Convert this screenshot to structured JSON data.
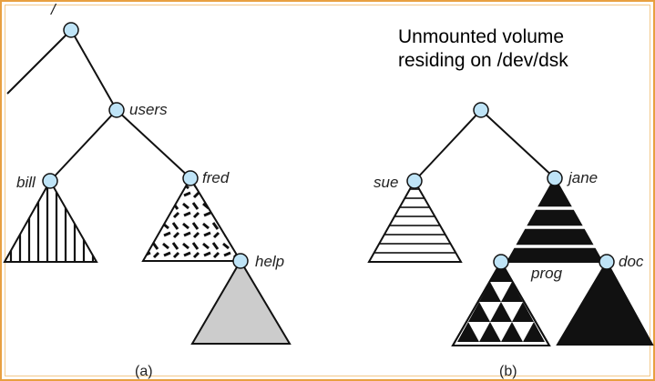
{
  "tree_a": {
    "root_label": "/",
    "users_label": "users",
    "bill_label": "bill",
    "fred_label": "fred",
    "help_label": "help",
    "caption": "(a)"
  },
  "tree_b": {
    "title_line1": "Unmounted volume",
    "title_line2": "residing on /dev/dsk",
    "sue_label": "sue",
    "jane_label": "jane",
    "prog_label": "prog",
    "doc_label": "doc",
    "caption": "(b)"
  },
  "colors": {
    "node_fill": "#bfe4f7",
    "line": "#111111",
    "help_fill": "#cccccc",
    "frame": "#e8a040"
  }
}
